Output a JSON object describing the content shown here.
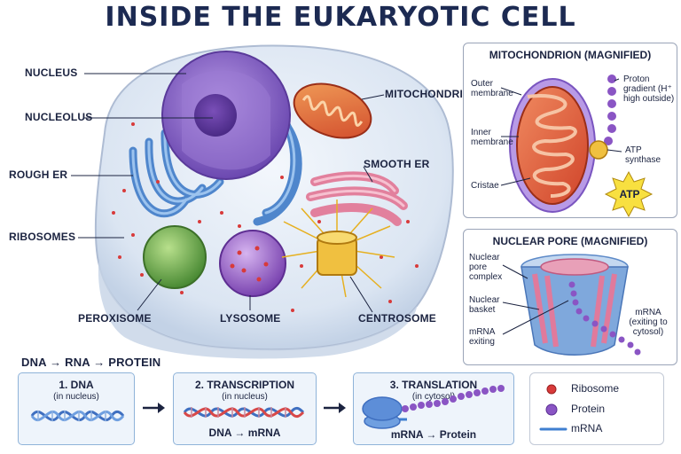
{
  "title": "INSIDE THE EUKARYOTIC CELL",
  "cell_labels": {
    "nucleus": "NUCLEUS",
    "nucleolus": "NUCLEOLUS",
    "rough_er": "ROUGH ER",
    "ribosomes": "RIBOSOMES",
    "peroxisome": "PEROXISOME",
    "lysosome": "LYSOSOME",
    "centrosome": "CENTROSOME",
    "mitochondrion": "MITOCHONDRION",
    "smooth_er": "SMOOTH ER"
  },
  "mito_panel": {
    "title": "MITOCHONDRION (MAGNIFIED)",
    "outer_membrane": "Outer membrane",
    "inner_membrane": "Inner membrane",
    "cristae": "Cristae",
    "proton_gradient": "Proton gradient (H⁺ high outside)",
    "atp_synthase": "ATP synthase",
    "atp": "ATP"
  },
  "pore_panel": {
    "title": "NUCLEAR PORE (MAGNIFIED)",
    "pore_complex": "Nuclear pore complex",
    "basket": "Nuclear basket",
    "mrna_exiting": "mRNA exiting",
    "mrna_cytosol": "mRNA (exiting to cytosol)"
  },
  "flow": {
    "heading": "DNA → RNA → PROTEIN",
    "step1": {
      "title": "1. DNA",
      "sub": "(in nucleus)"
    },
    "step2": {
      "title": "2. TRANSCRIPTION",
      "sub": "(in nucleus)",
      "foot": "DNA → mRNA"
    },
    "step3": {
      "title": "3. TRANSLATION",
      "sub": "(in cytosol)",
      "foot": "mRNA → Protein"
    }
  },
  "legend": {
    "ribosome": "Ribosome",
    "protein": "Protein",
    "mrna": "mRNA"
  },
  "colors": {
    "nucleus": "#8b6cc9",
    "er": "#5d93d6",
    "mito": "#e8603a",
    "golgi": "#e98aa6",
    "peroxisome": "#69a84b",
    "lysosome": "#9a63c4",
    "centrosome": "#e6b020",
    "ribosome": "#d83a3a",
    "protein": "#8a55c4",
    "mrna": "#3f7fd0",
    "cytoplasm": "#dfe8f4"
  }
}
